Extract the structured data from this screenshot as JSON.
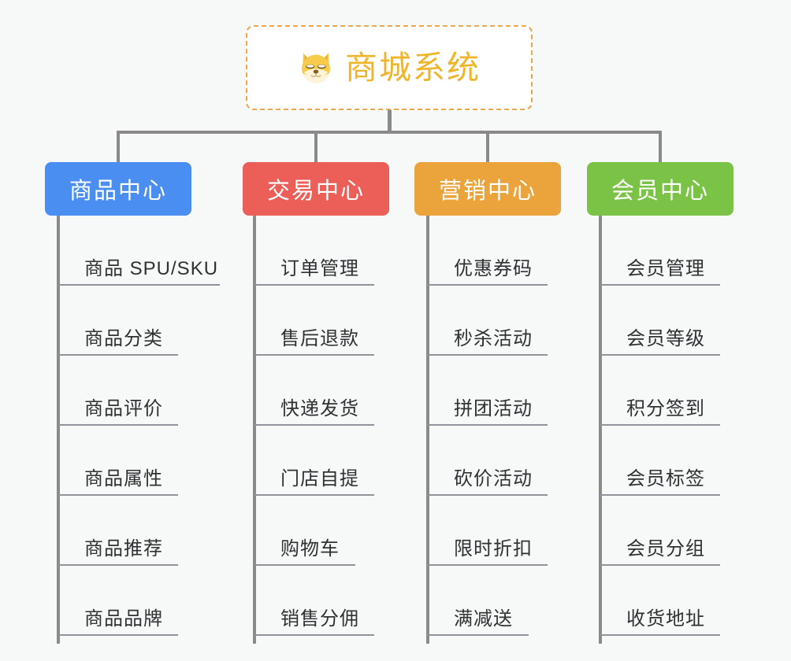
{
  "diagram": {
    "type": "organization-tree",
    "background_color": "#f7f8f8",
    "root": {
      "label": "商城系统",
      "icon": "shiba-inu-dog-face-icon",
      "text_color": "#f0b429",
      "border_color": "#eba84a",
      "background_color": "#ffffff",
      "border_style": "dashed"
    },
    "connector_color": "#8a8a8a",
    "categories": [
      {
        "label": "商品中心",
        "color": "#4a8ef1",
        "text_color": "#ffffff",
        "items": [
          "商品 SPU/SKU",
          "商品分类",
          "商品评价",
          "商品属性",
          "商品推荐",
          "商品品牌"
        ]
      },
      {
        "label": "交易中心",
        "color": "#ec5f58",
        "text_color": "#ffffff",
        "items": [
          "订单管理",
          "售后退款",
          "快递发货",
          "门店自提",
          "购物车",
          "销售分佣"
        ]
      },
      {
        "label": "营销中心",
        "color": "#eba43c",
        "text_color": "#ffffff",
        "items": [
          "优惠券码",
          "秒杀活动",
          "拼团活动",
          "砍价活动",
          "限时折扣",
          "满减送"
        ]
      },
      {
        "label": "会员中心",
        "color": "#7bc346",
        "text_color": "#ffffff",
        "items": [
          "会员管理",
          "会员等级",
          "积分签到",
          "会员标签",
          "会员分组",
          "收货地址"
        ]
      }
    ]
  }
}
